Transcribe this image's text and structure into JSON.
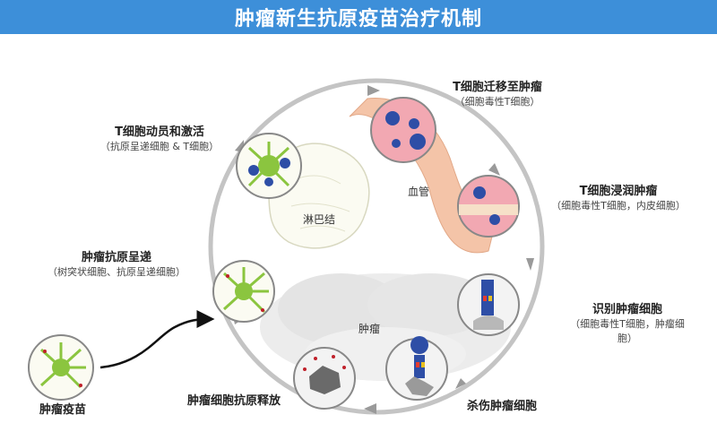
{
  "title": "肿瘤新生抗原疫苗治疗机制",
  "steps": [
    {
      "title": "T细胞迁移至肿瘤",
      "subtitle": "（细胞毒性T细胞）"
    },
    {
      "title": "T细胞浸润肿瘤",
      "subtitle": "（细胞毒性T细胞，内皮细胞）"
    },
    {
      "title": "识别肿瘤细胞",
      "subtitle": "（细胞毒性T细胞，肿瘤细胞）"
    },
    {
      "title": "杀伤肿瘤细胞",
      "subtitle": ""
    },
    {
      "title": "肿瘤细胞抗原释放",
      "subtitle": ""
    },
    {
      "title": "肿瘤抗原呈递",
      "subtitle": "（树突状细胞、抗原呈递细胞）"
    },
    {
      "title": "T细胞动员和激活",
      "subtitle": "（抗原呈递细胞 & T细胞）"
    }
  ],
  "labels": {
    "lymph_node": "淋巴结",
    "blood_vessel": "血管",
    "tumor": "肿瘤",
    "vaccine": "肿瘤疫苗"
  }
}
